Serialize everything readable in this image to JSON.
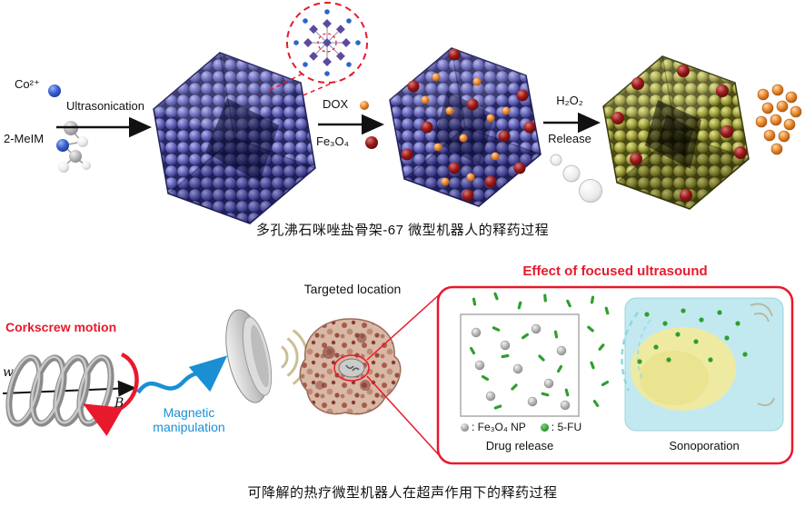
{
  "colors": {
    "red_accent": "#e8192c",
    "blue_accent": "#1a8fd4",
    "purple_crystal": "#6868bc",
    "olive_crystal": "#a2a240",
    "fe3o4_dot": "#9a1818",
    "dox_dot": "#e8872a",
    "green_5fu": "#2f9e2f"
  },
  "top_panel": {
    "reactant_co": "Co²⁺",
    "reactant_meim": "2-MeIM",
    "step1_label": "Ultrasonication",
    "step2_label_top": "DOX",
    "step2_label_bottom": "Fe₃O₄",
    "step3_label_top": "H₂O₂",
    "step3_label_bottom": "Release",
    "caption": "多孔沸石咪唑盐骨架-67 微型机器人的释药过程"
  },
  "bottom_panel": {
    "corkscrew_label": "Corkscrew motion",
    "omega_label": "w",
    "field_label": "B",
    "magnetic_label": "Magnetic manipulation",
    "targeted_label": "Targeted location",
    "effect_title": "Effect of focused ultrasound",
    "legend": {
      "fe3o4": ": Fe₃O₄ NP",
      "fu": ": 5-FU"
    },
    "drug_release_label": "Drug release",
    "sonoporation_label": "Sonoporation",
    "caption": "可降解的热疗微型机器人在超声作用下的释药过程"
  }
}
